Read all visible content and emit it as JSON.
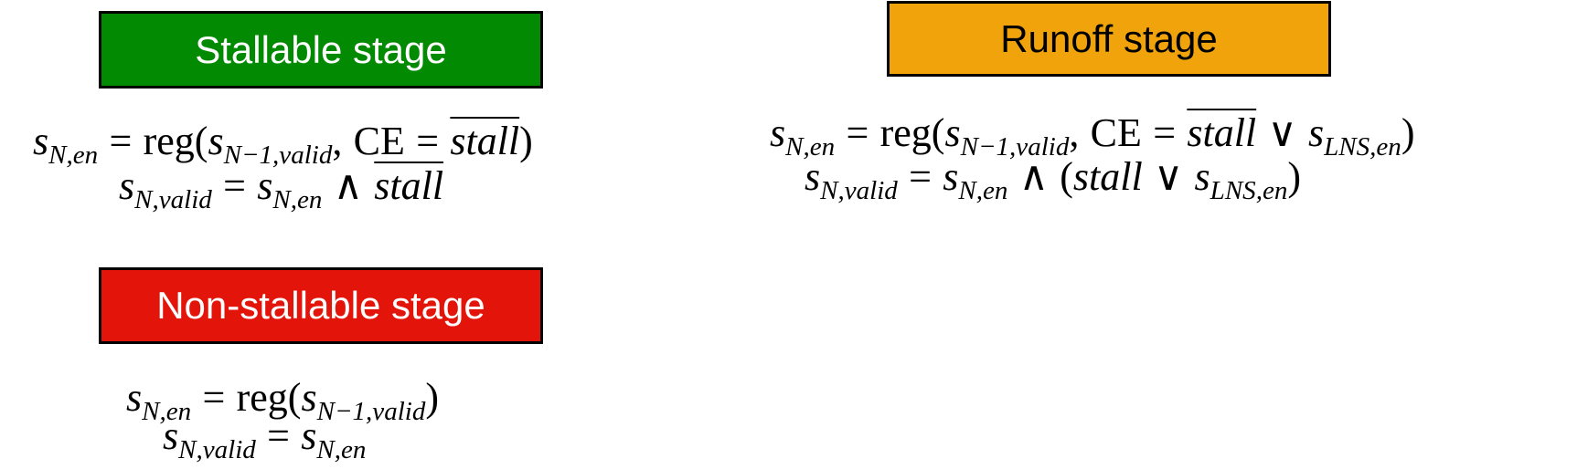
{
  "colors": {
    "stallable": "#038a03",
    "runoff": "#f0a30a",
    "nonstallable": "#e3150a",
    "label_text_light": "#ffffff",
    "label_text_dark": "#000000"
  },
  "stallable": {
    "title": "Stallable stage",
    "eq1": {
      "lhs_var": "s",
      "lhs_sub": "N,en",
      "eq": "=",
      "fn": "reg(",
      "arg_var": "s",
      "arg_sub": "N−1,valid",
      "comma": ",",
      "ce": "CE",
      "eq2": "=",
      "stall": "stall",
      "close": ")"
    },
    "eq2": {
      "lhs_var": "s",
      "lhs_sub": "N,valid",
      "eq": "=",
      "rhs_var": "s",
      "rhs_sub": "N,en",
      "op": "∧",
      "stall": "stall"
    }
  },
  "runoff": {
    "title": "Runoff stage",
    "eq1": {
      "lhs_var": "s",
      "lhs_sub": "N,en",
      "eq": "=",
      "fn": "reg(",
      "arg_var": "s",
      "arg_sub": "N−1,valid",
      "comma": ",",
      "ce": "CE",
      "eq2": "=",
      "stall": "stall",
      "or": "∨",
      "lns_var": "s",
      "lns_sub": "LNS,en",
      "close": ")"
    },
    "eq2": {
      "lhs_var": "s",
      "lhs_sub": "N,valid",
      "eq": "=",
      "rhs_var": "s",
      "rhs_sub": "N,en",
      "op": "∧",
      "open": "(",
      "stall": "stall",
      "or": "∨",
      "lns_var": "s",
      "lns_sub": "LNS,en",
      "close": ")"
    }
  },
  "nonstallable": {
    "title": "Non-stallable stage",
    "eq1": {
      "lhs_var": "s",
      "lhs_sub": "N,en",
      "eq": "=",
      "fn": "reg(",
      "arg_var": "s",
      "arg_sub": "N−1,valid",
      "close": ")"
    },
    "eq2": {
      "lhs_var": "s",
      "lhs_sub": "N,valid",
      "eq": "=",
      "rhs_var": "s",
      "rhs_sub": "N,en"
    }
  }
}
